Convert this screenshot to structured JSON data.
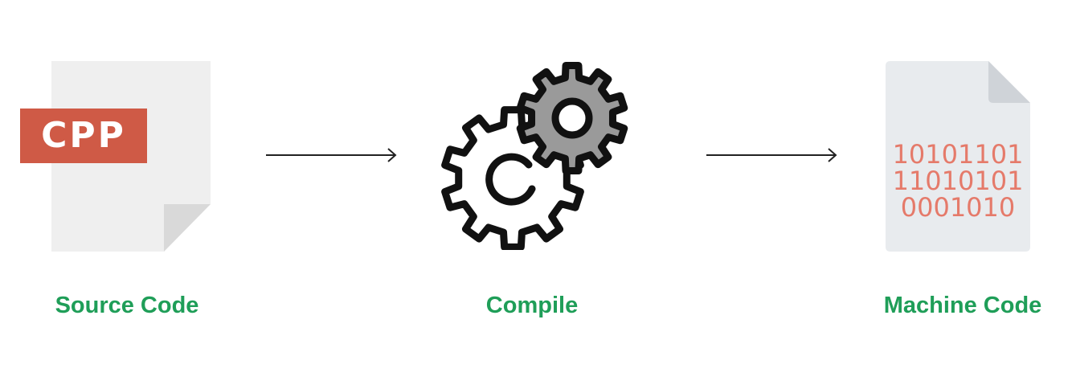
{
  "colors": {
    "badge_bg": "#cf5a46",
    "binary_color": "#e57a6a",
    "caption_color": "#1f9e58",
    "file_fill": "#efefef",
    "file_fold": "#d9d9d9",
    "machine_file_fill": "#e8ebee",
    "machine_file_fold": "#cfd3d8",
    "arrow_color": "#222222",
    "gear_outline": "#111111",
    "gear_small_fill": "#9a9a9a"
  },
  "source": {
    "badge": "CPP",
    "caption": "Source Code"
  },
  "compile": {
    "caption": "Compile"
  },
  "machine": {
    "binary_lines": [
      "10101101",
      "11010101",
      "0001010"
    ],
    "caption": "Machine Code"
  },
  "icons": {
    "source_file": "document-icon",
    "gears": "gears-icon",
    "machine_file": "document-icon",
    "arrow": "arrow-right-icon"
  }
}
